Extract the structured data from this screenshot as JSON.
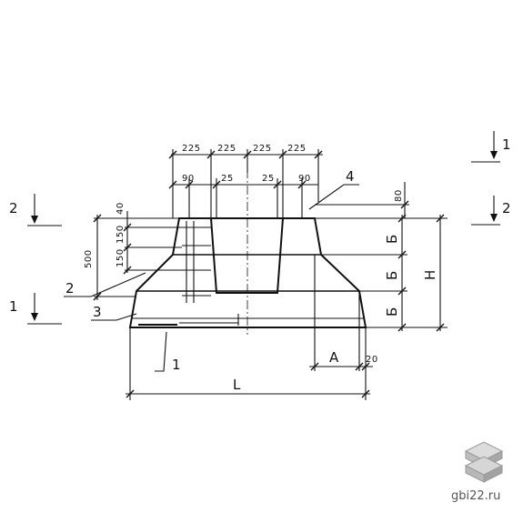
{
  "drawing": {
    "top_dims": [
      "225",
      "225",
      "225",
      "225"
    ],
    "sub_dims": [
      "90",
      "25",
      "25",
      "90"
    ],
    "dim_80": "80",
    "dim_40": "40",
    "dim_500": "500",
    "dim_150a": "150",
    "dim_150b": "150",
    "dim_b": [
      "Б",
      "Б",
      "Б"
    ],
    "dim_h": "H",
    "dim_a": "A",
    "dim_20": "20",
    "dim_l": "L",
    "callouts": [
      "4",
      "2",
      "3",
      "1"
    ],
    "section_marks": [
      {
        "number": "2"
      },
      {
        "number": "1"
      },
      {
        "number": "1"
      },
      {
        "number": "2"
      }
    ]
  },
  "watermark": {
    "site": "gbi22.ru"
  }
}
